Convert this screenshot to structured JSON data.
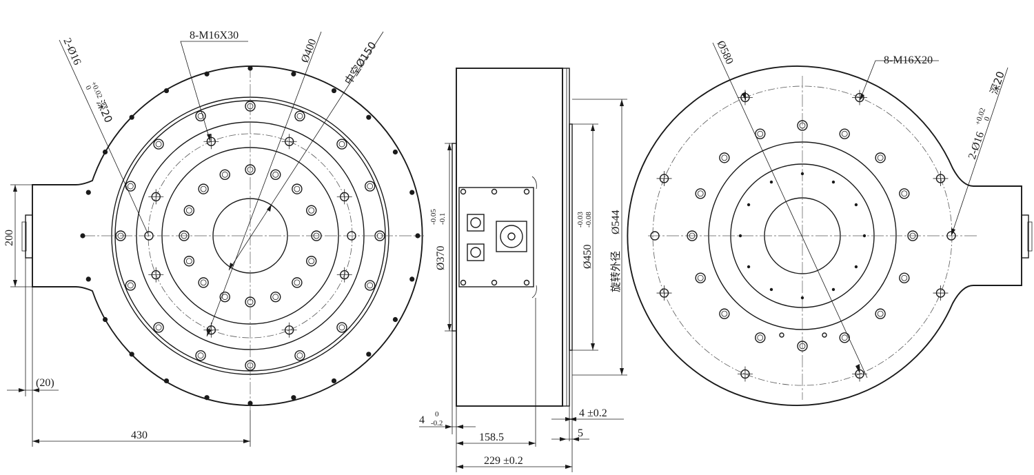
{
  "labels": {
    "left_bolts": "8-M16X30",
    "left_pin": "2-Ø16",
    "left_pin_tol_upper": "+0.02",
    "left_pin_tol_lower": "0",
    "left_pin_depth": "深20",
    "dia_400": "Ø400",
    "hollow_150": "中空Ø150",
    "dim_200": "200",
    "dim_20": "(20)",
    "dim_430": "430",
    "dia_370": "Ø370",
    "dia_370_tol_upper": "-0.05",
    "dia_370_tol_lower": "-0.1",
    "dia_450": "Ø450",
    "dia_450_tol_upper": "-0.03",
    "dia_450_tol_lower": "-0.08",
    "rot_outer": "旋转外径",
    "dia_544": "Ø544",
    "dim_4_left": "4",
    "dim_4_left_tol_upper": "0",
    "dim_4_left_tol_lower": "-0.2",
    "dim_4_right": "4 ±0.2",
    "dim_5": "5",
    "dim_158": "158.5",
    "dim_229": "229 ±0.2",
    "dia_580": "Ø580",
    "right_bolts": "8-M16X20",
    "right_pin": "2-Ø16",
    "right_pin_tol_upper": "+0.02",
    "right_pin_tol_lower": "0",
    "right_pin_depth": "深20"
  }
}
